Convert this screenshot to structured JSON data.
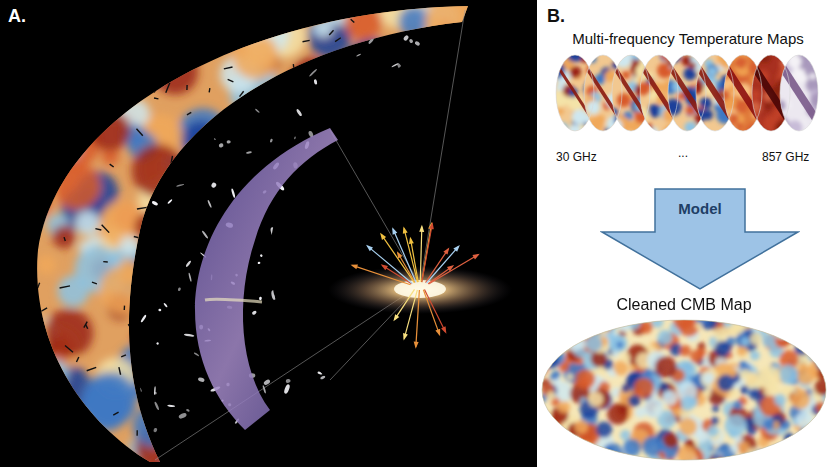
{
  "diagram": {
    "nodes": [
      {
        "text": [
          "Multi-frequency Temperature Maps"
        ]
      },
      {
        "text": [
          "Model"
        ]
      },
      {
        "text": [
          "Cleaned CMB Map"
        ]
      }
    ],
    "labels": [
      "A.",
      "B.",
      "30 GHz",
      "...",
      "857 GHz"
    ]
  }
}
